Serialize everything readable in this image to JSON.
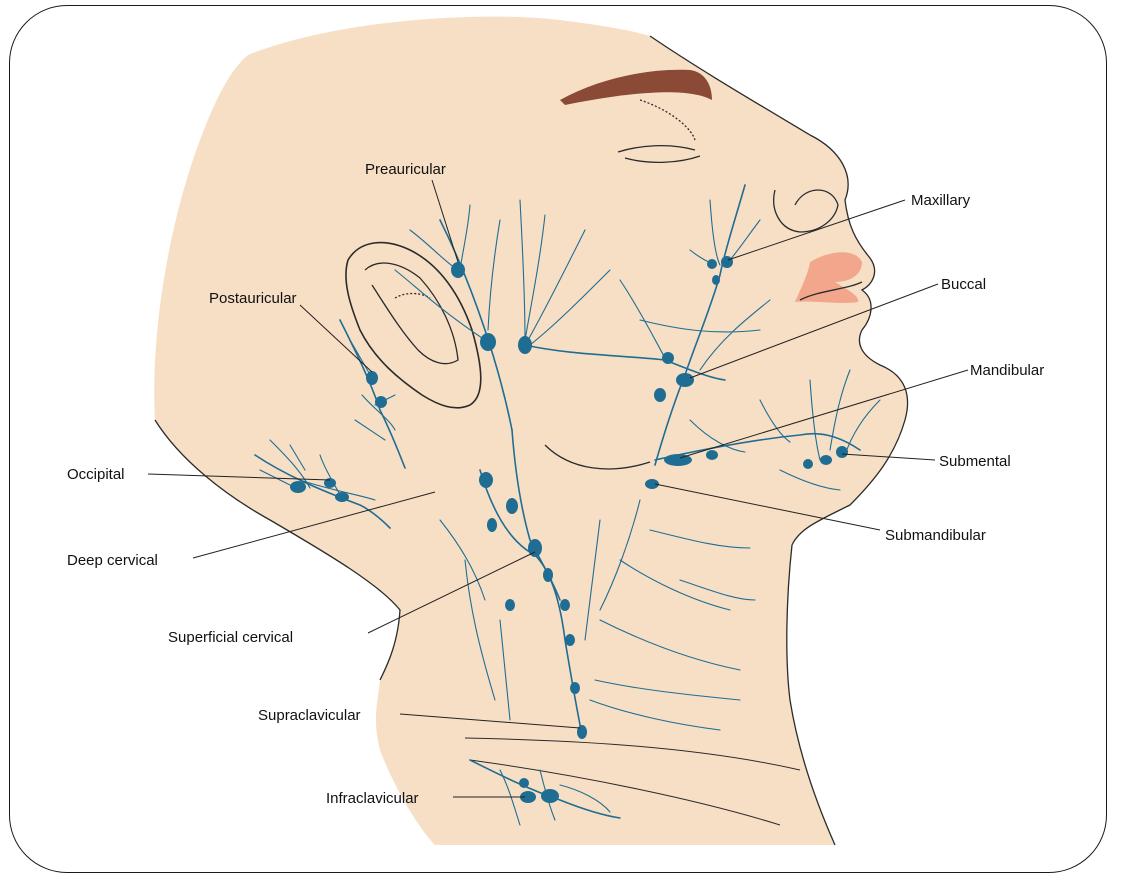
{
  "colors": {
    "skin": "#f7dfc6",
    "lymph": "#1f6d93",
    "lip": "#f2a68c",
    "brow": "#8a4a35",
    "outline": "#2b2b2b"
  },
  "labels": {
    "preauricular": "Preauricular",
    "maxillary": "Maxillary",
    "postauricular": "Postauricular",
    "buccal": "Buccal",
    "mandibular": "Mandibular",
    "occipital": "Occipital",
    "submental": "Submental",
    "submandibular": "Submandibular",
    "deep_cervical": "Deep cervical",
    "superficial_cervical": "Superficial cervical",
    "supraclavicular": "Supraclavicular",
    "infraclavicular": "Infraclavicular"
  }
}
